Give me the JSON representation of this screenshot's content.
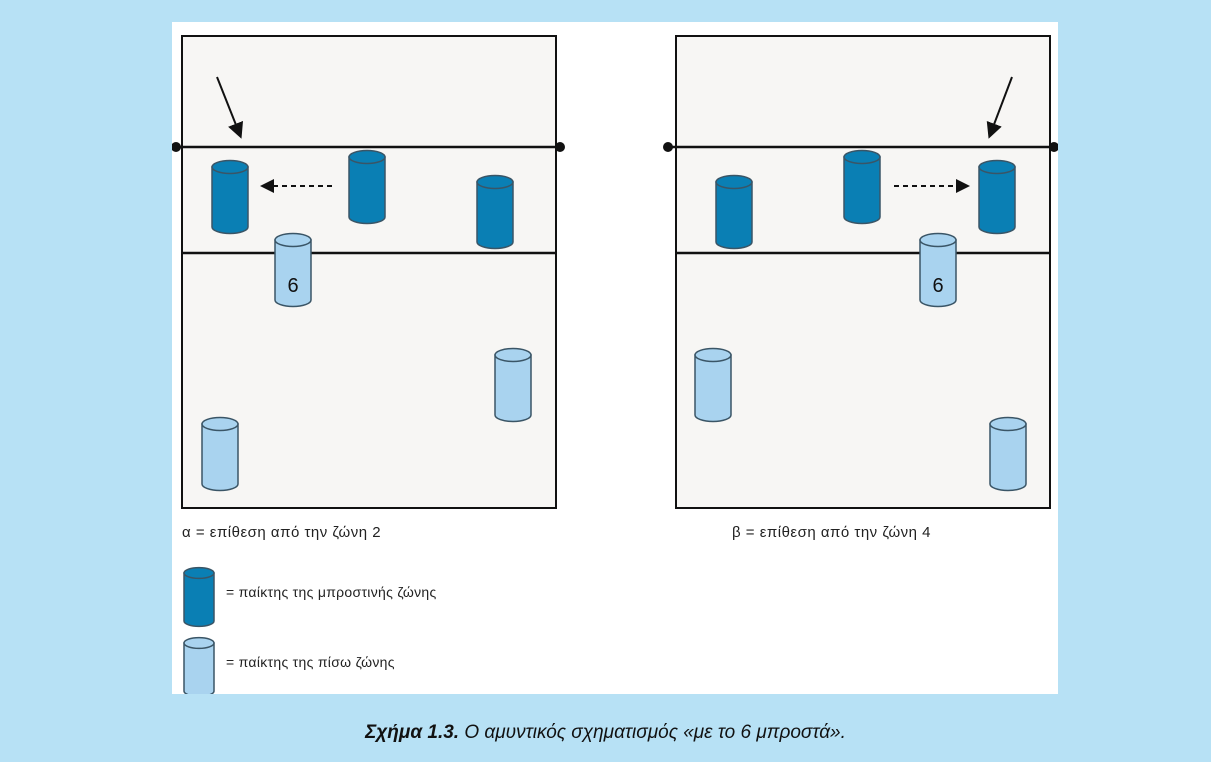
{
  "courts": [
    {
      "id": "a",
      "caption": "α = επίθεση από την ζώνη 2",
      "attack_arrow": "down-right",
      "move_arrow": "left"
    },
    {
      "id": "b",
      "caption": "β = επίθεση από την ζώνη 4",
      "attack_arrow": "down-left",
      "move_arrow": "right"
    }
  ],
  "player_number": "6",
  "legend": {
    "front": {
      "label": "= παίκτης της μπροστινής ζώνης",
      "color": "#0a7fb4"
    },
    "back": {
      "label": "= παίκτης της πίσω ζώνης",
      "color": "#a9d3ef"
    }
  },
  "caption": {
    "label": "Σχήμα 1.3.",
    "text": "Ο αμυντικός σχηματισμός «με το 6 μπροστά»."
  },
  "colors": {
    "background": "#b7e1f5",
    "panel": "#ffffff",
    "court": "#f7f6f4",
    "lines": "#111111"
  }
}
